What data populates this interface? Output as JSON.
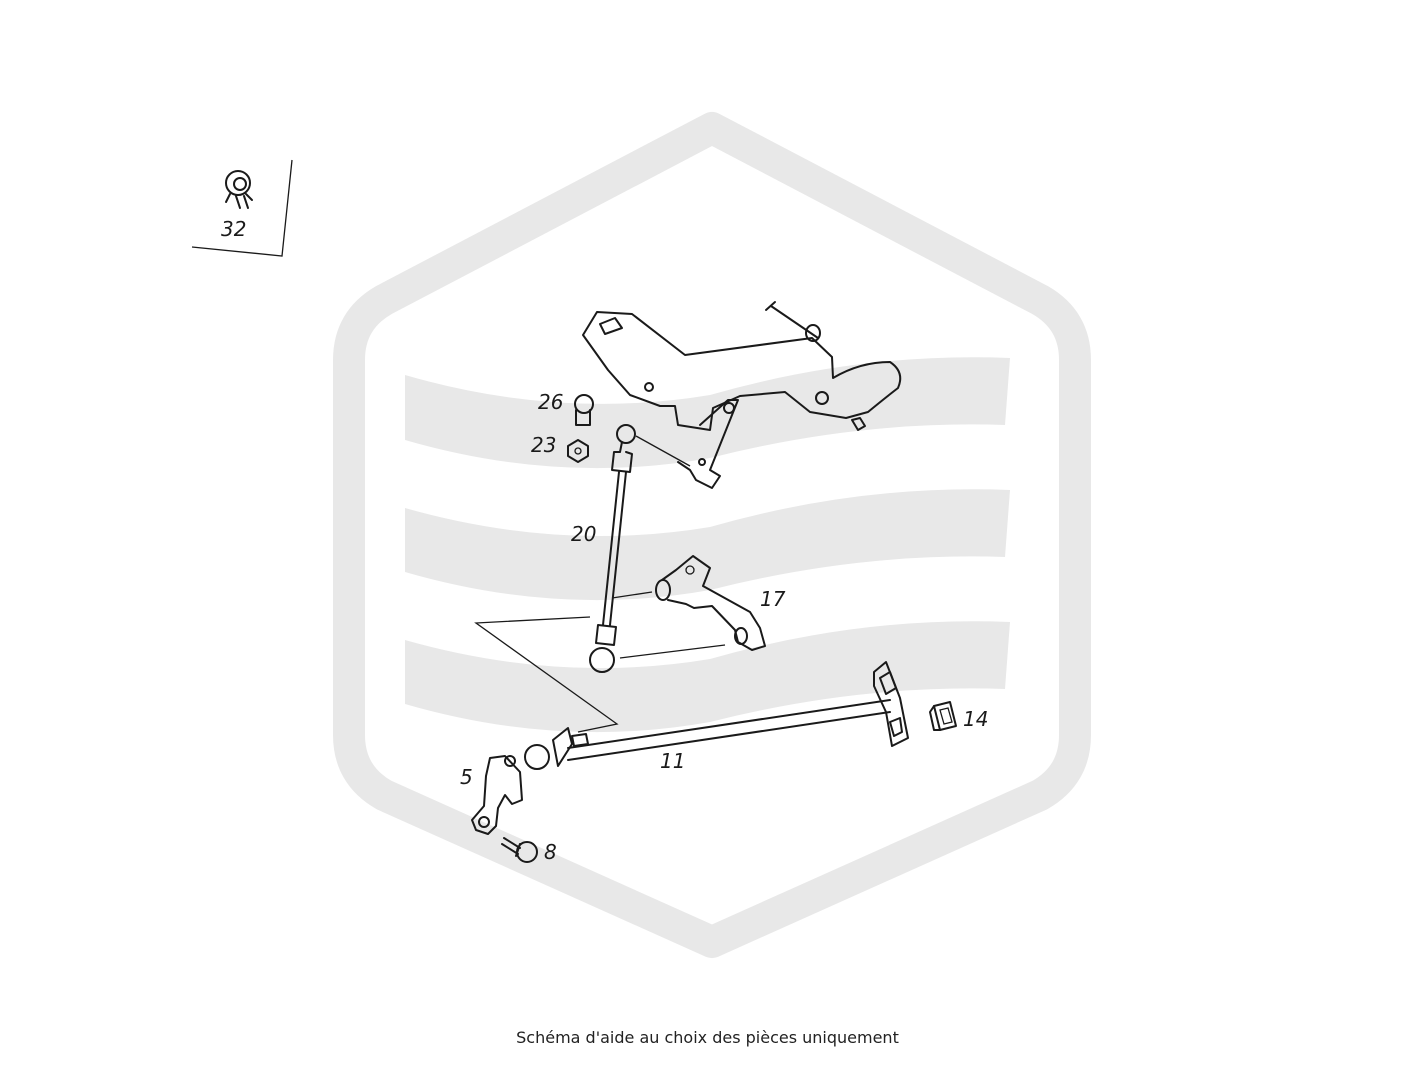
{
  "watermark": {
    "color": "#e8e8e8"
  },
  "callouts": {
    "c32": "32",
    "c26": "26",
    "c23": "23",
    "c20": "20",
    "c17": "17",
    "c14": "14",
    "c11": "11",
    "c5": "5",
    "c8": "8"
  },
  "caption": "Schéma d'aide au choix des pièces uniquement"
}
